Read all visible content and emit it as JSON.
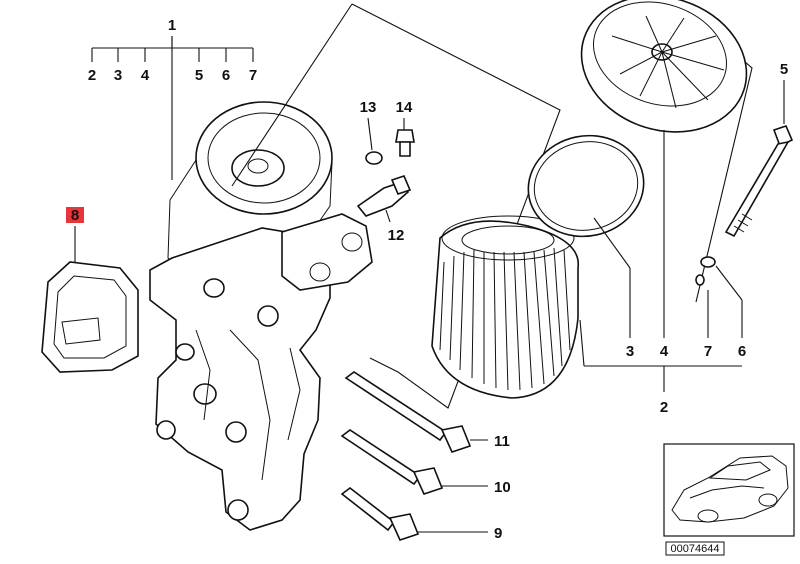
{
  "parts": [
    {
      "id": "1",
      "label": "1"
    },
    {
      "id": "2",
      "label": "2"
    },
    {
      "id": "3",
      "label": "3"
    },
    {
      "id": "4",
      "label": "4"
    },
    {
      "id": "5",
      "label": "5"
    },
    {
      "id": "6",
      "label": "6"
    },
    {
      "id": "7",
      "label": "7"
    },
    {
      "id": "8",
      "label": "8",
      "highlighted": true
    },
    {
      "id": "9",
      "label": "9"
    },
    {
      "id": "10",
      "label": "10"
    },
    {
      "id": "11",
      "label": "11"
    },
    {
      "id": "12",
      "label": "12"
    },
    {
      "id": "13",
      "label": "13"
    },
    {
      "id": "14",
      "label": "14"
    }
  ],
  "callouts": {
    "group_1": {
      "header": "1",
      "items": [
        "2",
        "3",
        "4",
        "5",
        "6",
        "7"
      ]
    },
    "group_2": {
      "header": "2",
      "items": [
        "3",
        "4",
        "7",
        "6"
      ]
    }
  },
  "reference": {
    "diagram_number": "00074644"
  },
  "colors": {
    "highlight": "#e8353a",
    "ink": "#111111"
  }
}
